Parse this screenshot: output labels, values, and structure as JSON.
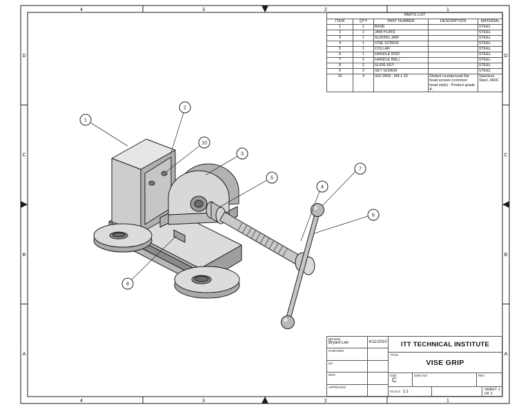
{
  "sheet": {
    "zones_top": [
      "4",
      "3",
      "2",
      "1"
    ],
    "zones_bottom": [
      "4",
      "3",
      "2",
      "1"
    ],
    "zones_left": [
      "D",
      "C",
      "B",
      "A"
    ],
    "zones_right": [
      "D",
      "C",
      "B",
      "A"
    ]
  },
  "parts_list": {
    "title": "PARTS LIST",
    "headers": [
      "ITEM",
      "QTY",
      "PART NUMBER",
      "DESCRIPTION",
      "MATERIAL"
    ],
    "rows": [
      {
        "item": "1",
        "qty": "1",
        "part_number": "BASE",
        "description": "",
        "material": "STEEL"
      },
      {
        "item": "2",
        "qty": "2",
        "part_number": "JAW PLATE",
        "description": "",
        "material": "STEEL"
      },
      {
        "item": "3",
        "qty": "1",
        "part_number": "SLIDING JAW",
        "description": "",
        "material": "STEEL"
      },
      {
        "item": "4",
        "qty": "1",
        "part_number": "VISE SCREW",
        "description": "",
        "material": "STEEL"
      },
      {
        "item": "5",
        "qty": "1",
        "part_number": "COLLAR",
        "description": "",
        "material": "STEEL"
      },
      {
        "item": "6",
        "qty": "1",
        "part_number": "HANDLE ROD",
        "description": "",
        "material": "STEEL"
      },
      {
        "item": "7",
        "qty": "2",
        "part_number": "HANDLE BALL",
        "description": "",
        "material": "STEEL"
      },
      {
        "item": "8",
        "qty": "2",
        "part_number": "SLIDE KEY",
        "description": "",
        "material": "STEEL"
      },
      {
        "item": "9",
        "qty": "2",
        "part_number": "SET SCREW",
        "description": "",
        "material": "STEEL"
      },
      {
        "item": "10",
        "qty": "4",
        "part_number": "ISO 2009 - M4 x 10",
        "description": "Slotted countersunk flat head screws (common head style) - Product grade A.",
        "material": "Stainless Steel, 440C"
      }
    ]
  },
  "balloons": [
    "1",
    "2",
    "10",
    "3",
    "5",
    "4",
    "7",
    "6",
    "8"
  ],
  "title_block": {
    "drawn_label": "DRAWN",
    "drawn_name": "Bryant Lee",
    "drawn_date": "4/11/2010",
    "checked_label": "CHECKED",
    "qa_label": "QA",
    "mfg_label": "MFG",
    "approved_label": "APPROVED",
    "company": "ITT TECHNICAL INSTITUTE",
    "title_label": "TITLE",
    "title": "VISE GRIP",
    "size_label": "SIZE",
    "size": "C",
    "dwg_no_label": "DWG NO",
    "rev_label": "REV",
    "scale_label": "SCALE",
    "scale": "1:1",
    "sheet_label": "SHEET 1 OF 1"
  },
  "colors": {
    "line": "#1a1a1a",
    "metal_light": "#e2e2e2",
    "metal_mid": "#c6c6c6",
    "metal_dark": "#9e9e9e"
  }
}
